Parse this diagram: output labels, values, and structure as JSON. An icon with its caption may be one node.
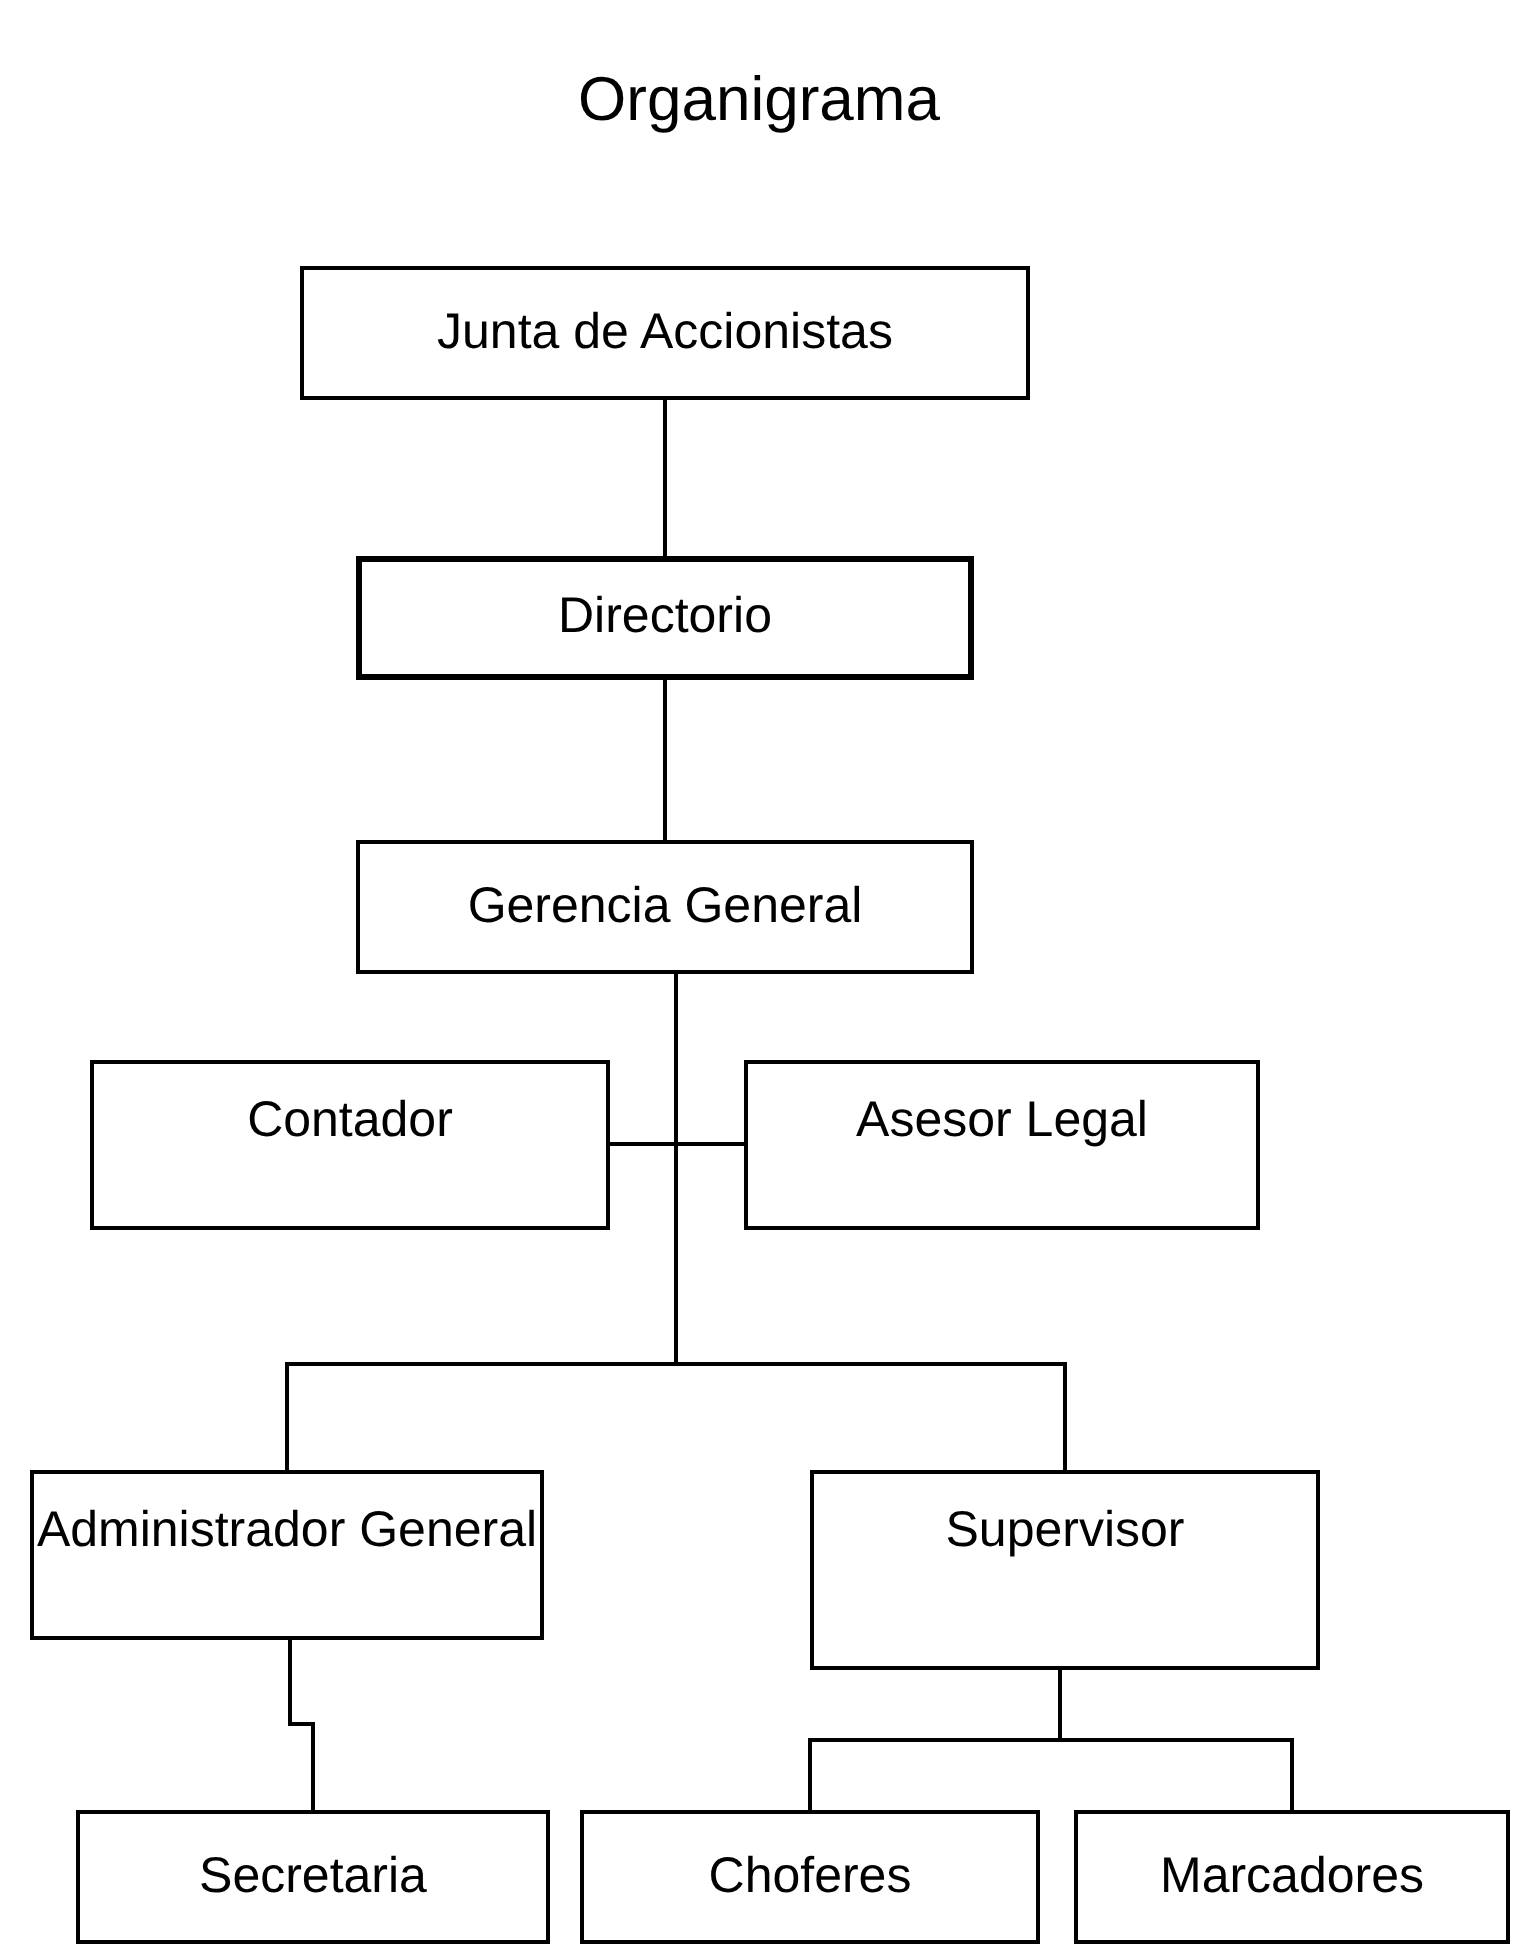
{
  "diagram": {
    "title": "Organigrama",
    "nodes": [
      {
        "text": [
          "Junta de Accionistas"
        ]
      },
      {
        "text": [
          "Directorio"
        ]
      },
      {
        "text": [
          "Gerencia General"
        ]
      },
      {
        "text": [
          "Contador"
        ]
      },
      {
        "text": [
          "Asesor Legal"
        ]
      },
      {
        "text": [
          "Administrador General"
        ]
      },
      {
        "text": [
          "Supervisor"
        ]
      },
      {
        "text": [
          "Secretaria"
        ]
      },
      {
        "text": [
          "Choferes"
        ]
      },
      {
        "text": [
          "Marcadores"
        ]
      }
    ],
    "edges": [
      {
        "from": 0,
        "to": 1,
        "arrow": "none"
      },
      {
        "from": 1,
        "to": 2,
        "arrow": "none"
      },
      {
        "from": 2,
        "to": 3,
        "arrow": "none"
      },
      {
        "from": 2,
        "to": 4,
        "arrow": "none"
      },
      {
        "from": 2,
        "to": 5,
        "arrow": "none"
      },
      {
        "from": 2,
        "to": 6,
        "arrow": "none"
      },
      {
        "from": 5,
        "to": 7,
        "arrow": "none"
      },
      {
        "from": 6,
        "to": 8,
        "arrow": "none"
      },
      {
        "from": 6,
        "to": 9,
        "arrow": "none"
      }
    ]
  }
}
